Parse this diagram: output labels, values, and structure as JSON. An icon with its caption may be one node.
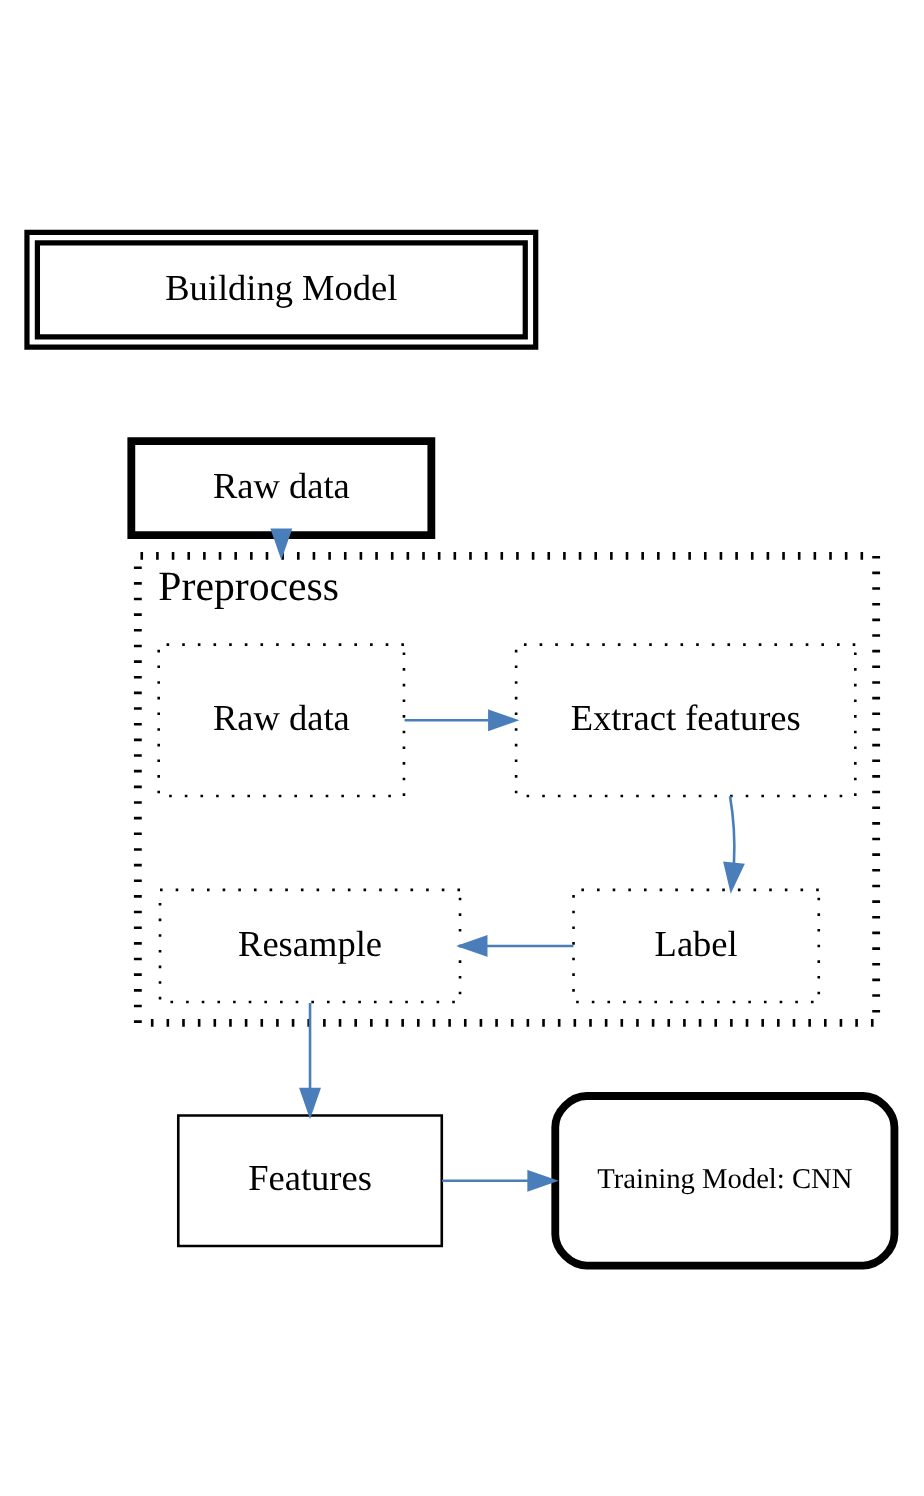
{
  "diagram": {
    "nodes": [
      {
        "text": [
          "Building Model"
        ]
      },
      {
        "text": [
          "Raw data"
        ]
      },
      {
        "text": [
          "Preprocess"
        ]
      },
      {
        "text": [
          "Raw data"
        ],
        "in": 2
      },
      {
        "text": [
          "Extract features"
        ],
        "in": 2
      },
      {
        "text": [
          "Label"
        ],
        "in": 2
      },
      {
        "text": [
          "Resample"
        ],
        "in": 2
      },
      {
        "text": [
          "Features"
        ]
      },
      {
        "text": [
          "Training Model: CNN"
        ]
      }
    ],
    "edges": [
      {
        "from": 1,
        "to": 2,
        "arrow": "to"
      },
      {
        "from": 3,
        "to": 4,
        "arrow": "to"
      },
      {
        "from": 4,
        "to": 5,
        "arrow": "to"
      },
      {
        "from": 5,
        "to": 6,
        "arrow": "to"
      },
      {
        "from": 6,
        "to": 7,
        "arrow": "to"
      },
      {
        "from": 7,
        "to": 8,
        "arrow": "to"
      }
    ]
  }
}
